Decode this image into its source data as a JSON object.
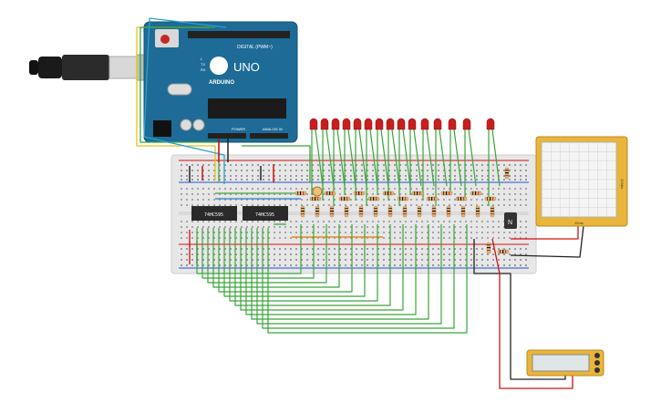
{
  "arduino": {
    "board_name": "ARDUINO",
    "model": "UNO",
    "header_digital": "DIGITAL (PWM~)",
    "header_power": "POWER",
    "header_analog": "ANALOG IN",
    "led_tx": "TX",
    "led_rx": "RX",
    "led_l": "L"
  },
  "chips": [
    {
      "label": "74HC595"
    },
    {
      "label": "74HC595"
    }
  ],
  "transistor": {
    "label": "N"
  },
  "oscilloscope": {
    "label": "10ms",
    "side_label": "1V/div"
  },
  "multimeter": {
    "display": ""
  },
  "colors": {
    "board_blue": "#1d6b96",
    "breadboard": "#e7e7e7",
    "wire_green": "#3aa53a",
    "wire_red": "#d01010",
    "wire_black": "#222222",
    "wire_orange": "#e58a1a",
    "led_red": "#c81e1e",
    "instrument_yellow": "#e9b53a"
  }
}
